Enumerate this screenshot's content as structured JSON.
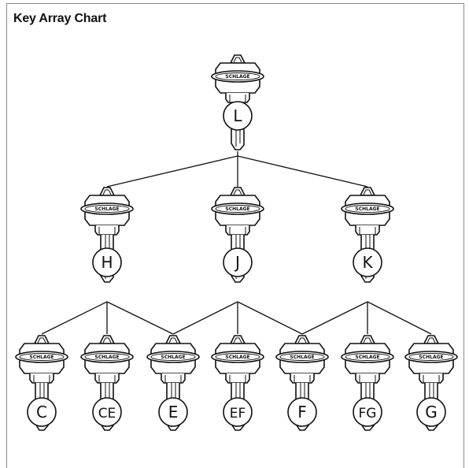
{
  "title": "Key Array Chart",
  "brand": "SCHLAGE",
  "keys": {
    "L": "L",
    "H": "H",
    "J": "J",
    "K": "K",
    "C": "C",
    "CE": "CE",
    "E": "E",
    "EF": "EF",
    "F": "F",
    "FG": "FG",
    "G": "G"
  }
}
